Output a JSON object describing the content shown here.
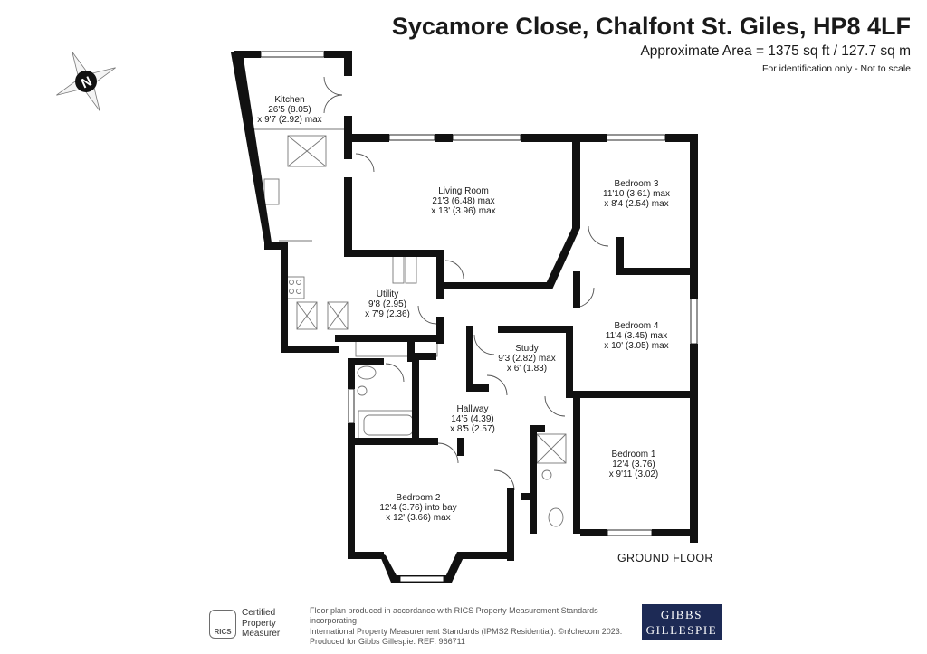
{
  "header": {
    "title": "Sycamore Close, Chalfont St. Giles, HP8 4LF",
    "area": "Approximate Area = 1375 sq ft / 127.7 sq m",
    "identification": "For identification only - Not to scale"
  },
  "compass": {
    "letter": "N"
  },
  "rooms": {
    "kitchen": [
      "Kitchen",
      "26'5 (8.05)",
      "x 9'7 (2.92) max"
    ],
    "living": [
      "Living Room",
      "21'3 (6.48) max",
      "x 13' (3.96) max"
    ],
    "bedroom3": [
      "Bedroom 3",
      "11'10 (3.61) max",
      "x 8'4 (2.54) max"
    ],
    "utility": [
      "Utility",
      "9'8 (2.95)",
      "x 7'9 (2.36)"
    ],
    "bedroom4": [
      "Bedroom 4",
      "11'4 (3.45) max",
      "x 10' (3.05) max"
    ],
    "study": [
      "Study",
      "9'3 (2.82) max",
      "x 6' (1.83)"
    ],
    "hallway": [
      "Hallway",
      "14'5 (4.39)",
      "x 8'5 (2.57)"
    ],
    "bedroom1": [
      "Bedroom 1",
      "12'4 (3.76)",
      "x 9'11 (3.02)"
    ],
    "bedroom2": [
      "Bedroom 2",
      "12'4 (3.76) into bay",
      "x 12' (3.66) max"
    ]
  },
  "floor_label": "GROUND FLOOR",
  "footer": {
    "rics_mark": "RICS",
    "rics_text": "Certified\nProperty\nMeasurer",
    "disclaimer": "Floor plan produced in accordance with RICS Property Measurement Standards incorporating\nInternational Property Measurement Standards (IPMS2 Residential). ©n!checom 2023.\nProduced for Gibbs Gillespie.   REF: 966711",
    "logo": "GIBBS\nGILLESPIE"
  },
  "colors": {
    "wall": "#111111",
    "brand": "#1d2a55"
  }
}
